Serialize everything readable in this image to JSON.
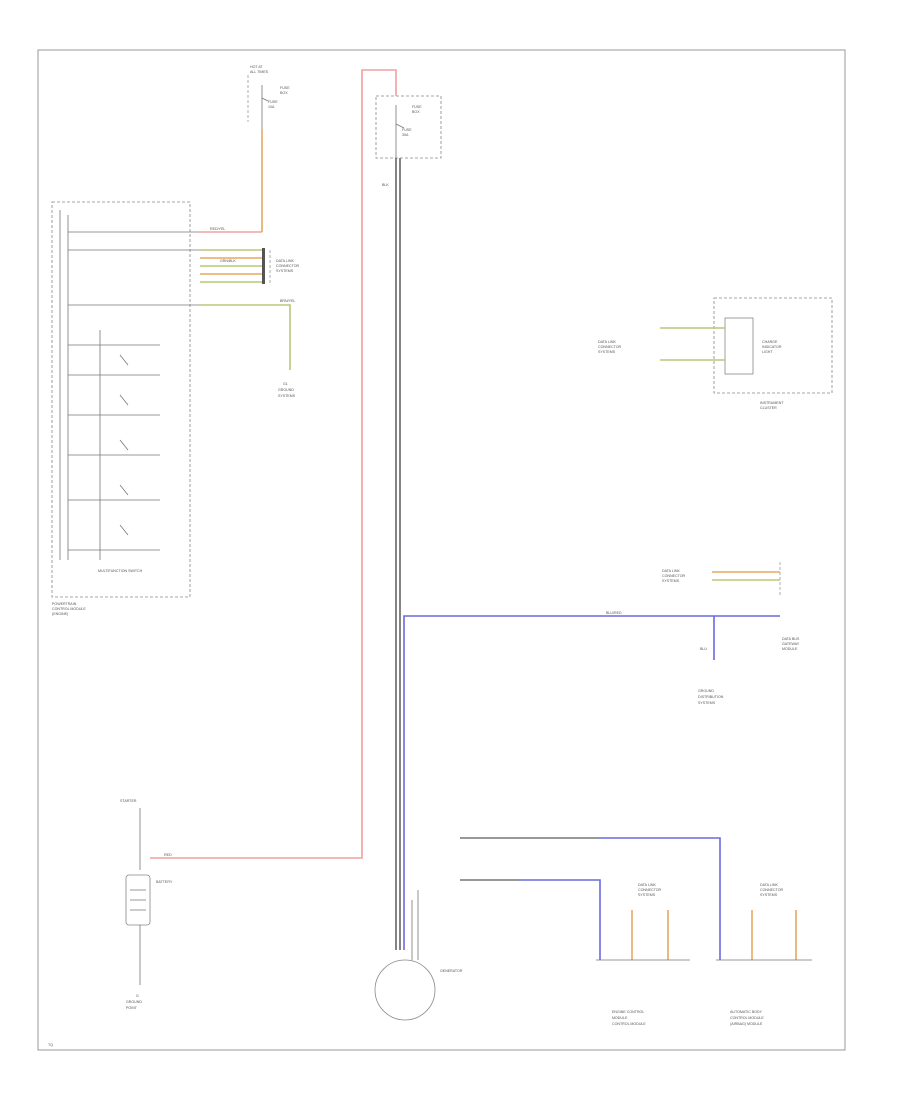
{
  "diagram": {
    "footer_code": "TQ",
    "labels": {
      "fuse_top_left": [
        "HOT AT",
        "ALL TIMES",
        "FUSE",
        "BOX",
        "FUSE",
        "10A"
      ],
      "fuse_top_center": [
        "FUSE",
        "BOX",
        "FUSE",
        "30A"
      ],
      "ecm_module": [
        "POWERTRAIN",
        "CONTROL MODULE",
        "(ENGINE)"
      ],
      "ecm_switch_group": "MULTIFUNCTION SWITCH",
      "data_link_right_top": [
        "DATA LINK",
        "CONNECTOR",
        "SYSTEMS"
      ],
      "ground_left": [
        "G1",
        "GROUND",
        "SYSTEMS"
      ],
      "instrument_cluster": [
        "INSTRUMENT",
        "CLUSTER"
      ],
      "charge_light": [
        "CHARGE",
        "INDICATOR",
        "LIGHT"
      ],
      "data_link_right_mid": [
        "DATA LINK",
        "CONNECTOR",
        "SYSTEMS"
      ],
      "gateway_module": [
        "DATA BUS",
        "GATEWAY",
        "MODULE"
      ],
      "ground_mid_right": [
        "GROUND",
        "DISTRIBUTION",
        "SYSTEMS"
      ],
      "starter": "STARTER",
      "battery": "BATTERY",
      "ground_bottom": [
        "G",
        "GROUND",
        "POINT"
      ],
      "generator": "GENERATOR",
      "data_link_bottom_1": [
        "DATA LINK",
        "CONNECTOR",
        "SYSTEMS"
      ],
      "data_link_bottom_2": [
        "DATA LINK",
        "CONNECTOR",
        "SYSTEMS"
      ],
      "module_bottom_1": [
        "ENGINE CONTROL",
        "MODULE",
        "CONTROL MODULE"
      ],
      "module_bottom_2": [
        "AUTOMATIC BODY",
        "CONTROL MODULE",
        "(AIRBAG) MODULE"
      ],
      "wire_labels": [
        "RED/YEL",
        "RED",
        "BLK",
        "BLU/RED",
        "BLU",
        "BRN/YEL",
        "GRN/BLK"
      ]
    },
    "colors": {
      "red": "#f2a0a0",
      "orange": "#e8a860",
      "blue": "#6a6adc",
      "green": "#b6c87a",
      "gray": "#555555"
    }
  }
}
